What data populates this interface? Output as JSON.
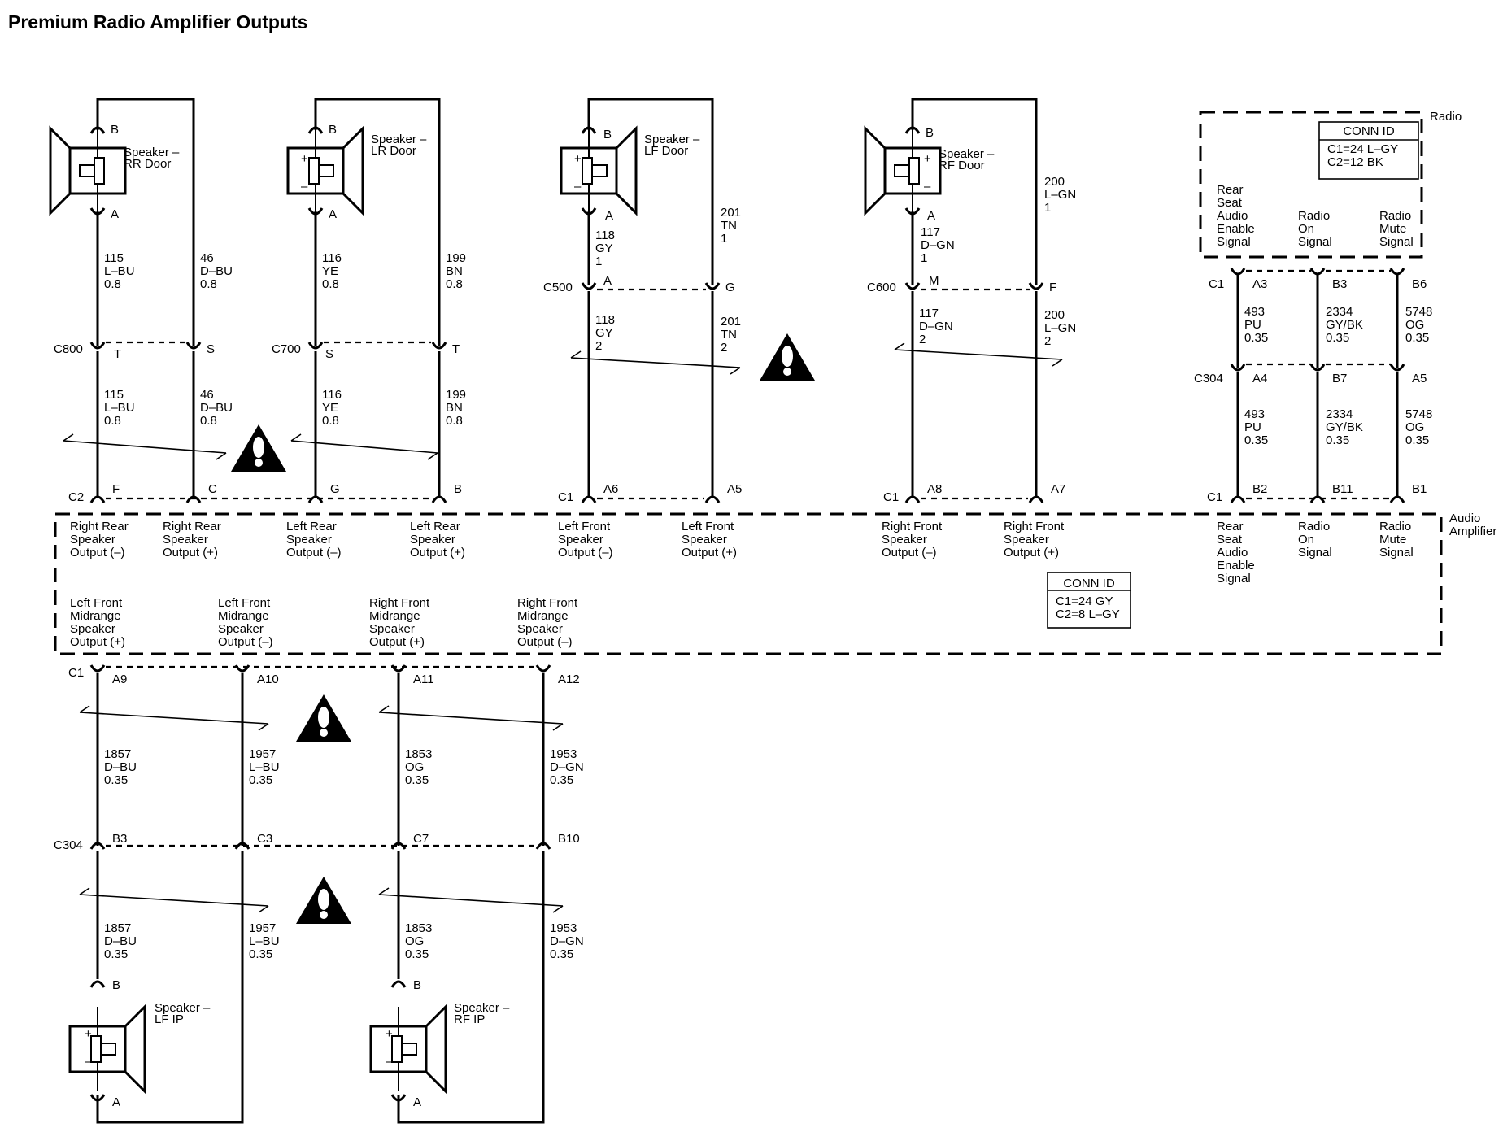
{
  "title": "Premium Radio Amplifier Outputs",
  "modules": {
    "radio": "Radio",
    "amplifier_line1": "Audio",
    "amplifier_line2": "Amplifier"
  },
  "speakers": [
    {
      "line1": "Speaker –",
      "line2": "RR Door"
    },
    {
      "line1": "Speaker –",
      "line2": "LR Door"
    },
    {
      "line1": "Speaker –",
      "line2": "LF Door"
    },
    {
      "line1": "Speaker –",
      "line2": "RF Door"
    },
    {
      "line1": "Speaker –",
      "line2": "LF IP"
    },
    {
      "line1": "Speaker –",
      "line2": "RF IP"
    }
  ],
  "terminal_labels": {
    "a": "A",
    "b": "B",
    "plus": "+",
    "minus": "–"
  },
  "connectors": {
    "c800": {
      "name": "C800",
      "pins": [
        "T",
        "S"
      ]
    },
    "c700": {
      "name": "C700",
      "pins": [
        "S",
        "T"
      ]
    },
    "c500": {
      "name": "C500",
      "pins": [
        "A",
        "G"
      ]
    },
    "c600": {
      "name": "C600",
      "pins": [
        "M",
        "F"
      ]
    },
    "radio_c1": {
      "name": "C1",
      "pins": [
        "A3",
        "B3",
        "B6"
      ]
    },
    "c304_top": {
      "name": "C304",
      "pins": [
        "A4",
        "B7",
        "A5"
      ]
    },
    "amp_c2": {
      "name": "C2",
      "pins": [
        "F",
        "C",
        "G",
        "B"
      ]
    },
    "amp_c1_lf": {
      "name": "C1",
      "pins": [
        "A6",
        "A5"
      ]
    },
    "amp_c1_rf": {
      "name": "C1",
      "pins": [
        "A8",
        "A7"
      ]
    },
    "amp_c1_radio": {
      "name": "C1",
      "pins": [
        "B2",
        "B11",
        "B1"
      ]
    },
    "amp_c1_bottom": {
      "name": "C1",
      "pins": [
        "A9",
        "A10",
        "A11",
        "A12"
      ]
    },
    "c304_bottom": {
      "name": "C304",
      "pins": [
        "B3",
        "C3",
        "C7",
        "B10"
      ]
    }
  },
  "wires": [
    [
      "115",
      "L–BU",
      "0.8"
    ],
    [
      "46",
      "D–BU",
      "0.8"
    ],
    [
      "116",
      "YE",
      "0.8"
    ],
    [
      "199",
      "BN",
      "0.8"
    ],
    [
      "115",
      "L–BU",
      "0.8"
    ],
    [
      "46",
      "D–BU",
      "0.8"
    ],
    [
      "116",
      "YE",
      "0.8"
    ],
    [
      "199",
      "BN",
      "0.8"
    ],
    [
      "118",
      "GY",
      "1"
    ],
    [
      "201",
      "TN",
      "1"
    ],
    [
      "118",
      "GY",
      "2"
    ],
    [
      "201",
      "TN",
      "2"
    ],
    [
      "117",
      "D–GN",
      "1"
    ],
    [
      "200",
      "L–GN",
      "1"
    ],
    [
      "117",
      "D–GN",
      "2"
    ],
    [
      "200",
      "L–GN",
      "2"
    ],
    [
      "493",
      "PU",
      "0.35"
    ],
    [
      "2334",
      "GY/BK",
      "0.35"
    ],
    [
      "5748",
      "OG",
      "0.35"
    ],
    [
      "493",
      "PU",
      "0.35"
    ],
    [
      "2334",
      "GY/BK",
      "0.35"
    ],
    [
      "5748",
      "OG",
      "0.35"
    ],
    [
      "1857",
      "D–BU",
      "0.35"
    ],
    [
      "1957",
      "L–BU",
      "0.35"
    ],
    [
      "1853",
      "OG",
      "0.35"
    ],
    [
      "1953",
      "D–GN",
      "0.35"
    ],
    [
      "1857",
      "D–BU",
      "0.35"
    ],
    [
      "1957",
      "L–BU",
      "0.35"
    ],
    [
      "1853",
      "OG",
      "0.35"
    ],
    [
      "1953",
      "D–GN",
      "0.35"
    ]
  ],
  "amp_signals_top": [
    [
      "Right Rear",
      "Speaker",
      "Output (–)"
    ],
    [
      "Right Rear",
      "Speaker",
      "Output (+)"
    ],
    [
      "Left Rear",
      "Speaker",
      "Output (–)"
    ],
    [
      "Left Rear",
      "Speaker",
      "Output (+)"
    ],
    [
      "Left Front",
      "Speaker",
      "Output (–)"
    ],
    [
      "Left Front",
      "Speaker",
      "Output (+)"
    ],
    [
      "Right Front",
      "Speaker",
      "Output (–)"
    ],
    [
      "Right Front",
      "Speaker",
      "Output (+)"
    ],
    [
      "Rear",
      "Seat",
      "Audio",
      "Enable",
      "Signal"
    ],
    [
      "Radio",
      "On",
      "Signal"
    ],
    [
      "Radio",
      "Mute",
      "Signal"
    ]
  ],
  "amp_signals_bottom": [
    [
      "Left Front",
      "Midrange",
      "Speaker",
      "Output (+)"
    ],
    [
      "Left Front",
      "Midrange",
      "Speaker",
      "Output (–)"
    ],
    [
      "Right Front",
      "Midrange",
      "Speaker",
      "Output (+)"
    ],
    [
      "Right Front",
      "Midrange",
      "Speaker",
      "Output (–)"
    ]
  ],
  "radio_signals": [
    [
      "Rear",
      "Seat",
      "Audio",
      "Enable",
      "Signal"
    ],
    [
      "Radio",
      "On",
      "Signal"
    ],
    [
      "Radio",
      "Mute",
      "Signal"
    ]
  ],
  "conn_id_radio": {
    "header": "CONN ID",
    "lines": [
      "C1=24 L–GY",
      "C2=12 BK"
    ]
  },
  "conn_id_amp": {
    "header": "CONN ID",
    "lines": [
      "C1=24 GY",
      "C2=8 L–GY"
    ]
  },
  "warning_symbol": "!"
}
